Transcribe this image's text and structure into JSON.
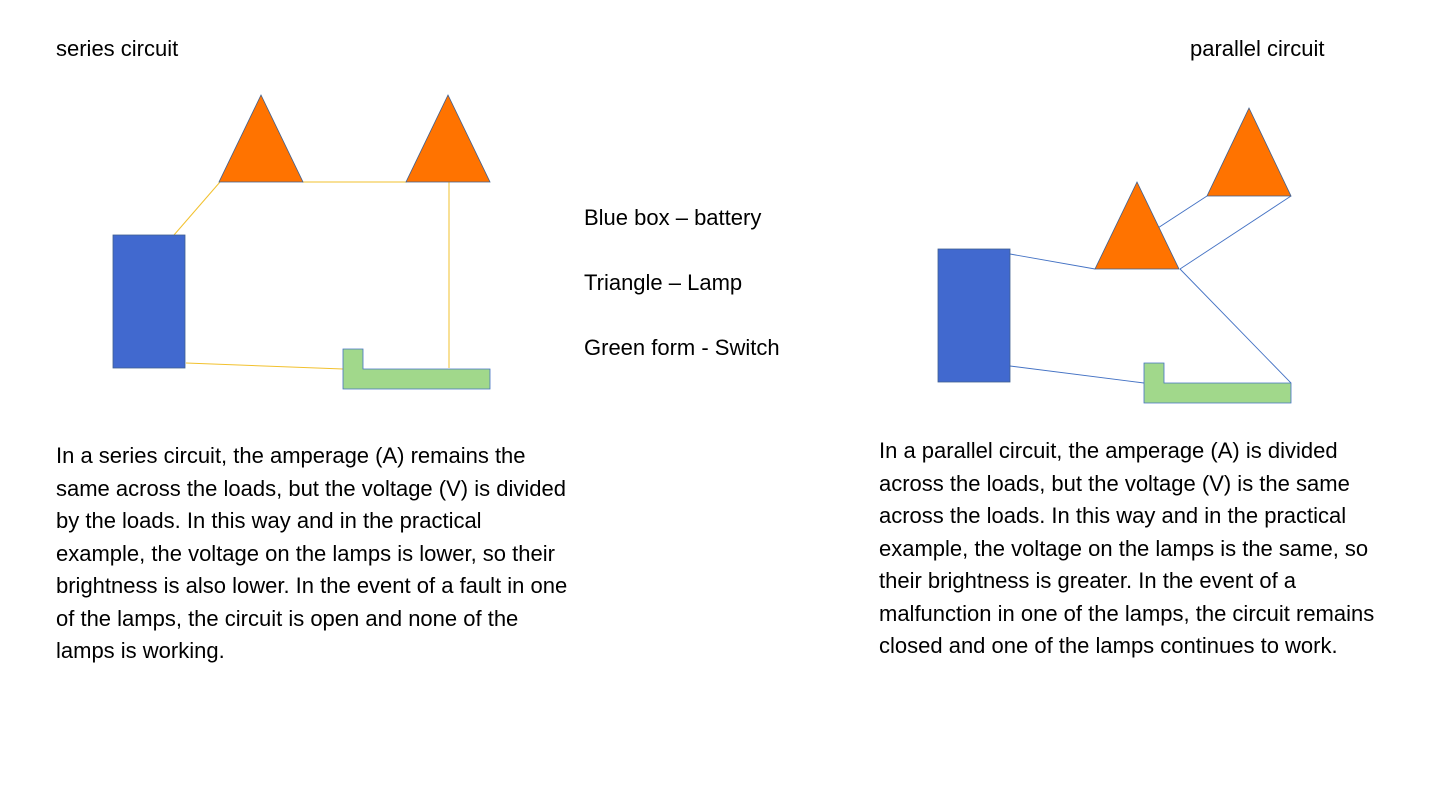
{
  "series": {
    "title": "series circuit",
    "description": "In a series circuit, the amperage (A) remains the same across the loads, but the voltage (V) is divided by the loads. In this way and in the practical example, the voltage on the lamps is lower, so their brightness is also lower. In the event of a fault in one of the lamps, the circuit is open and none of the lamps is working.",
    "wire_color": "#F2C12E"
  },
  "parallel": {
    "title": "parallel circuit",
    "description": "In a parallel circuit, the amperage (A) is divided across the loads, but the voltage (V) is the same across the loads. In this way and in the practical example, the voltage on the lamps is the same, so their brightness is greater. In the event of a malfunction in one of the lamps, the circuit remains closed and one of the lamps continues to work.",
    "wire_color": "#4472C4"
  },
  "legend": {
    "battery": "Blue box – battery",
    "lamp": "Triangle – Lamp",
    "switch": "Green form - Switch"
  },
  "colors": {
    "battery": "#4169CF",
    "lamp": "#FF7300",
    "switch": "#A1D88B",
    "switch_border": "#4472C4",
    "shape_outline": "#3F5F8F"
  }
}
